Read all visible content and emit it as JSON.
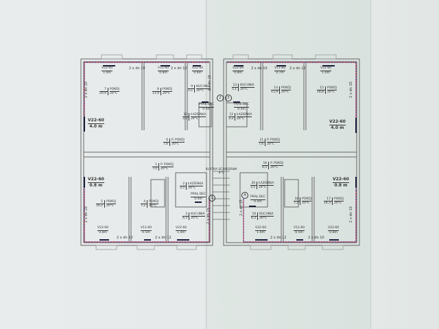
{
  "stairs": {
    "label": "KLATKA SCHODOWA",
    "temp": "8°C"
  },
  "rooms": [
    {
      "no": "7",
      "area": "20,9",
      "name": "POKÓJ",
      "temp": "20°C"
    },
    {
      "no": "8",
      "area": "11,9",
      "name": "POKÓJ",
      "temp": "20°C"
    },
    {
      "no": "9",
      "area": "5,1",
      "name": "KUCHNIA",
      "temp": "20°C"
    },
    {
      "no": "10",
      "area": "3,1",
      "name": "ŁAZIENKA",
      "temp": "24°C"
    },
    {
      "no": "6",
      "area": "7,6",
      "name": "P. POKÓJ",
      "temp": "20°C"
    },
    {
      "no": "13",
      "area": "5,1",
      "name": "KUCHNIA",
      "temp": "20°C"
    },
    {
      "no": "14",
      "area": "11,9",
      "name": "POKÓJ",
      "temp": "20°C"
    },
    {
      "no": "15",
      "area": "18,8",
      "name": "POKÓJ",
      "temp": "20°C"
    },
    {
      "no": "12",
      "area": "3,3",
      "name": "ŁAZIENKA",
      "temp": "24°C"
    },
    {
      "no": "11",
      "area": "7,6",
      "name": "P. POKÓJ",
      "temp": "20°C"
    },
    {
      "no": "1",
      "area": "7,0",
      "name": "P. POKÓJ",
      "temp": "20°C"
    },
    {
      "no": "5",
      "area": "16,2",
      "name": "POKÓJ",
      "temp": "20°C"
    },
    {
      "no": "4",
      "area": "7,2",
      "name": "POKÓJ",
      "temp": "20°C"
    },
    {
      "no": "2",
      "area": "3,5",
      "name": "ŁAZIENKA",
      "temp": "24°C"
    },
    {
      "no": "3",
      "area": "6,3",
      "name": "KUCHNIA",
      "temp": "20°C"
    },
    {
      "no": "16",
      "area": "6,5",
      "name": "P. POKÓJ",
      "temp": "20°C"
    },
    {
      "no": "20",
      "area": "3,5",
      "name": "ŁAZIENKA",
      "temp": "24°C"
    },
    {
      "no": "19",
      "area": "6,3",
      "name": "KUCHNIA",
      "temp": "20°C"
    },
    {
      "no": "18",
      "area": "7,2",
      "name": "POKÓJ",
      "temp": "20°C"
    },
    {
      "no": "17",
      "area": "14,3",
      "name": "POKÓJ",
      "temp": "20°C"
    }
  ],
  "radiators": [
    {
      "type": "V22-60",
      "len": "1.0m"
    },
    {
      "type": "V11-60",
      "len": "0.8m"
    },
    {
      "type": "V22-60",
      "len": "0.6m"
    },
    {
      "type": "V22-60",
      "len": "4.0 m"
    },
    {
      "type": "V22-60",
      "len": "0.8m"
    },
    {
      "type": "V11-60",
      "len": "0.7m"
    },
    {
      "type": "V22-60",
      "len": "1.0m"
    },
    {
      "type": "V22-60",
      "len": "4.0 m"
    },
    {
      "type": "V22-60",
      "len": "0.8 m"
    },
    {
      "type": "V22-60",
      "len": "0.8m"
    },
    {
      "type": "V11-60",
      "len": "0.5m"
    },
    {
      "type": "V22-60",
      "len": "1.0m"
    },
    {
      "type": "V22-60",
      "len": "0.8 m"
    },
    {
      "type": "V22-60",
      "len": "1.0m"
    },
    {
      "type": "V11-60",
      "len": "0.5m"
    },
    {
      "type": "V22-60",
      "len": "0.8m"
    },
    {
      "type": "PRAŁ.DEC",
      "len": "0.4m"
    },
    {
      "type": "PRAŁ.DEC",
      "len": "0.4m"
    },
    {
      "type": "PRAŁ.DEC",
      "len": "0.4m"
    },
    {
      "type": "PRAŁ.DEC",
      "len": "0.4m"
    }
  ],
  "pipes": [
    "2 x dn 10",
    "2 x dn 12",
    "2 x dn 15",
    "2 x dn 10",
    "2 x dn 12",
    "2 x dn 10",
    "2 x dn 10",
    "2 x dn 10",
    "2 x dn 12",
    "2 x dn 10",
    "2 x dn 15",
    "2 x dn 12",
    "2 x dn 10",
    "2 x dn 15",
    "2 x dn 10"
  ],
  "circles": [
    "1",
    "2",
    "3",
    "4"
  ],
  "colors": {
    "wall": "#555555",
    "pipe_red": "#d8455a",
    "pipe_dash": "#4a4a9a",
    "radiator": "#1a1a3a"
  }
}
